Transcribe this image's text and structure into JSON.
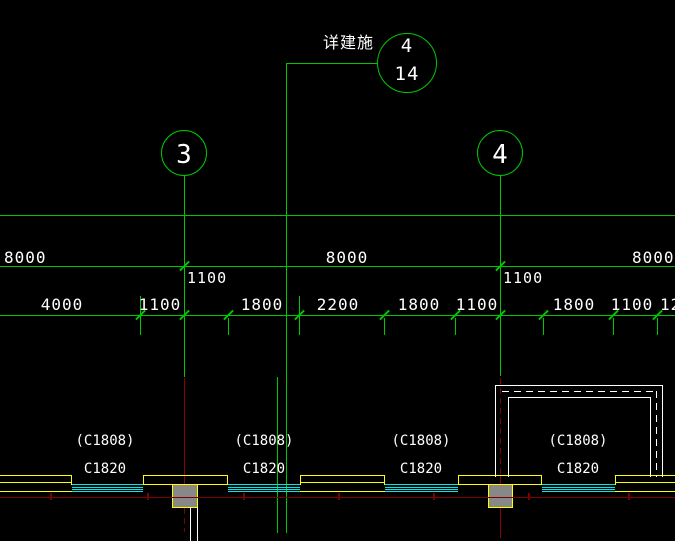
{
  "drawing": {
    "type": "architectural-floor-plan-cad",
    "callout": {
      "label": "详建施",
      "detail_number": "4",
      "sheet_number": "14"
    },
    "grid_bubbles": {
      "left": "3",
      "right": "4"
    },
    "dimensions": {
      "span_row": [
        "8000",
        "8000",
        "8000"
      ],
      "offset_labels": [
        "1100",
        "1100"
      ],
      "detail_row": [
        "4000",
        "1100",
        "1800",
        "2200",
        "1800",
        "1100",
        "1800",
        "1100",
        "12"
      ]
    },
    "windows": [
      {
        "bracket_label": "(C1808)",
        "label": "C1820"
      },
      {
        "bracket_label": "(C1808)",
        "label": "C1820"
      },
      {
        "bracket_label": "(C1808)",
        "label": "C1820"
      },
      {
        "bracket_label": "(C1808)",
        "label": "C1820"
      }
    ],
    "colors": {
      "background": "#000000",
      "grid_green": "#00c800",
      "wall_yellow": "#ffff00",
      "window_cyan": "#00e5e5",
      "axis_dark_red": "#7d0000",
      "centerline_red": "#8c0008",
      "column_gray": "#888888",
      "text_white": "#ffffff"
    }
  }
}
